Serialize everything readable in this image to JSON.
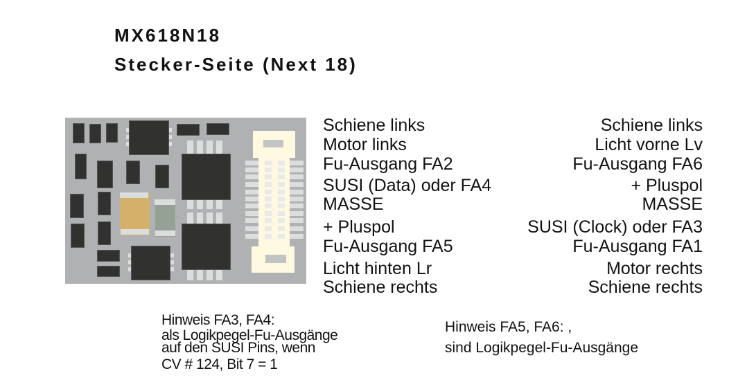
{
  "header": {
    "model": "MX618N18",
    "subtitle": "Stecker-Seite (Next 18)"
  },
  "board": {
    "colors": {
      "pcb": "#b0b1b3",
      "ic": "#313130",
      "pad": "#dcdddd",
      "connector": "#fff9e1",
      "cap_tan": "#d4b06a",
      "cap_green": "#95a194"
    }
  },
  "pins": {
    "left": [
      "Schiene links",
      "Motor links",
      "Fu-Ausgang FA2",
      "SUSI (Data) oder FA4",
      "MASSE",
      "+ Pluspol",
      "Fu-Ausgang FA5",
      "Licht hinten Lr",
      "Schiene rechts"
    ],
    "right": [
      "Schiene links",
      "Licht vorne Lv",
      "Fu-Ausgang FA6",
      "+ Pluspol",
      "MASSE",
      "SUSI (Clock) oder FA3",
      "Fu-Ausgang FA1",
      "Motor rechts",
      "Schiene rechts"
    ]
  },
  "notes": {
    "fa3_fa4": [
      "Hinweis FA3, FA4:",
      "als Logikpegel-Fu-Ausgänge",
      "auf den SUSI Pins, wenn",
      "CV # 124, Bit 7 = 1"
    ],
    "fa5_fa6": [
      "Hinweis FA5, FA6: ,",
      "sind Logikpegel-Fu-Ausgänge"
    ]
  }
}
